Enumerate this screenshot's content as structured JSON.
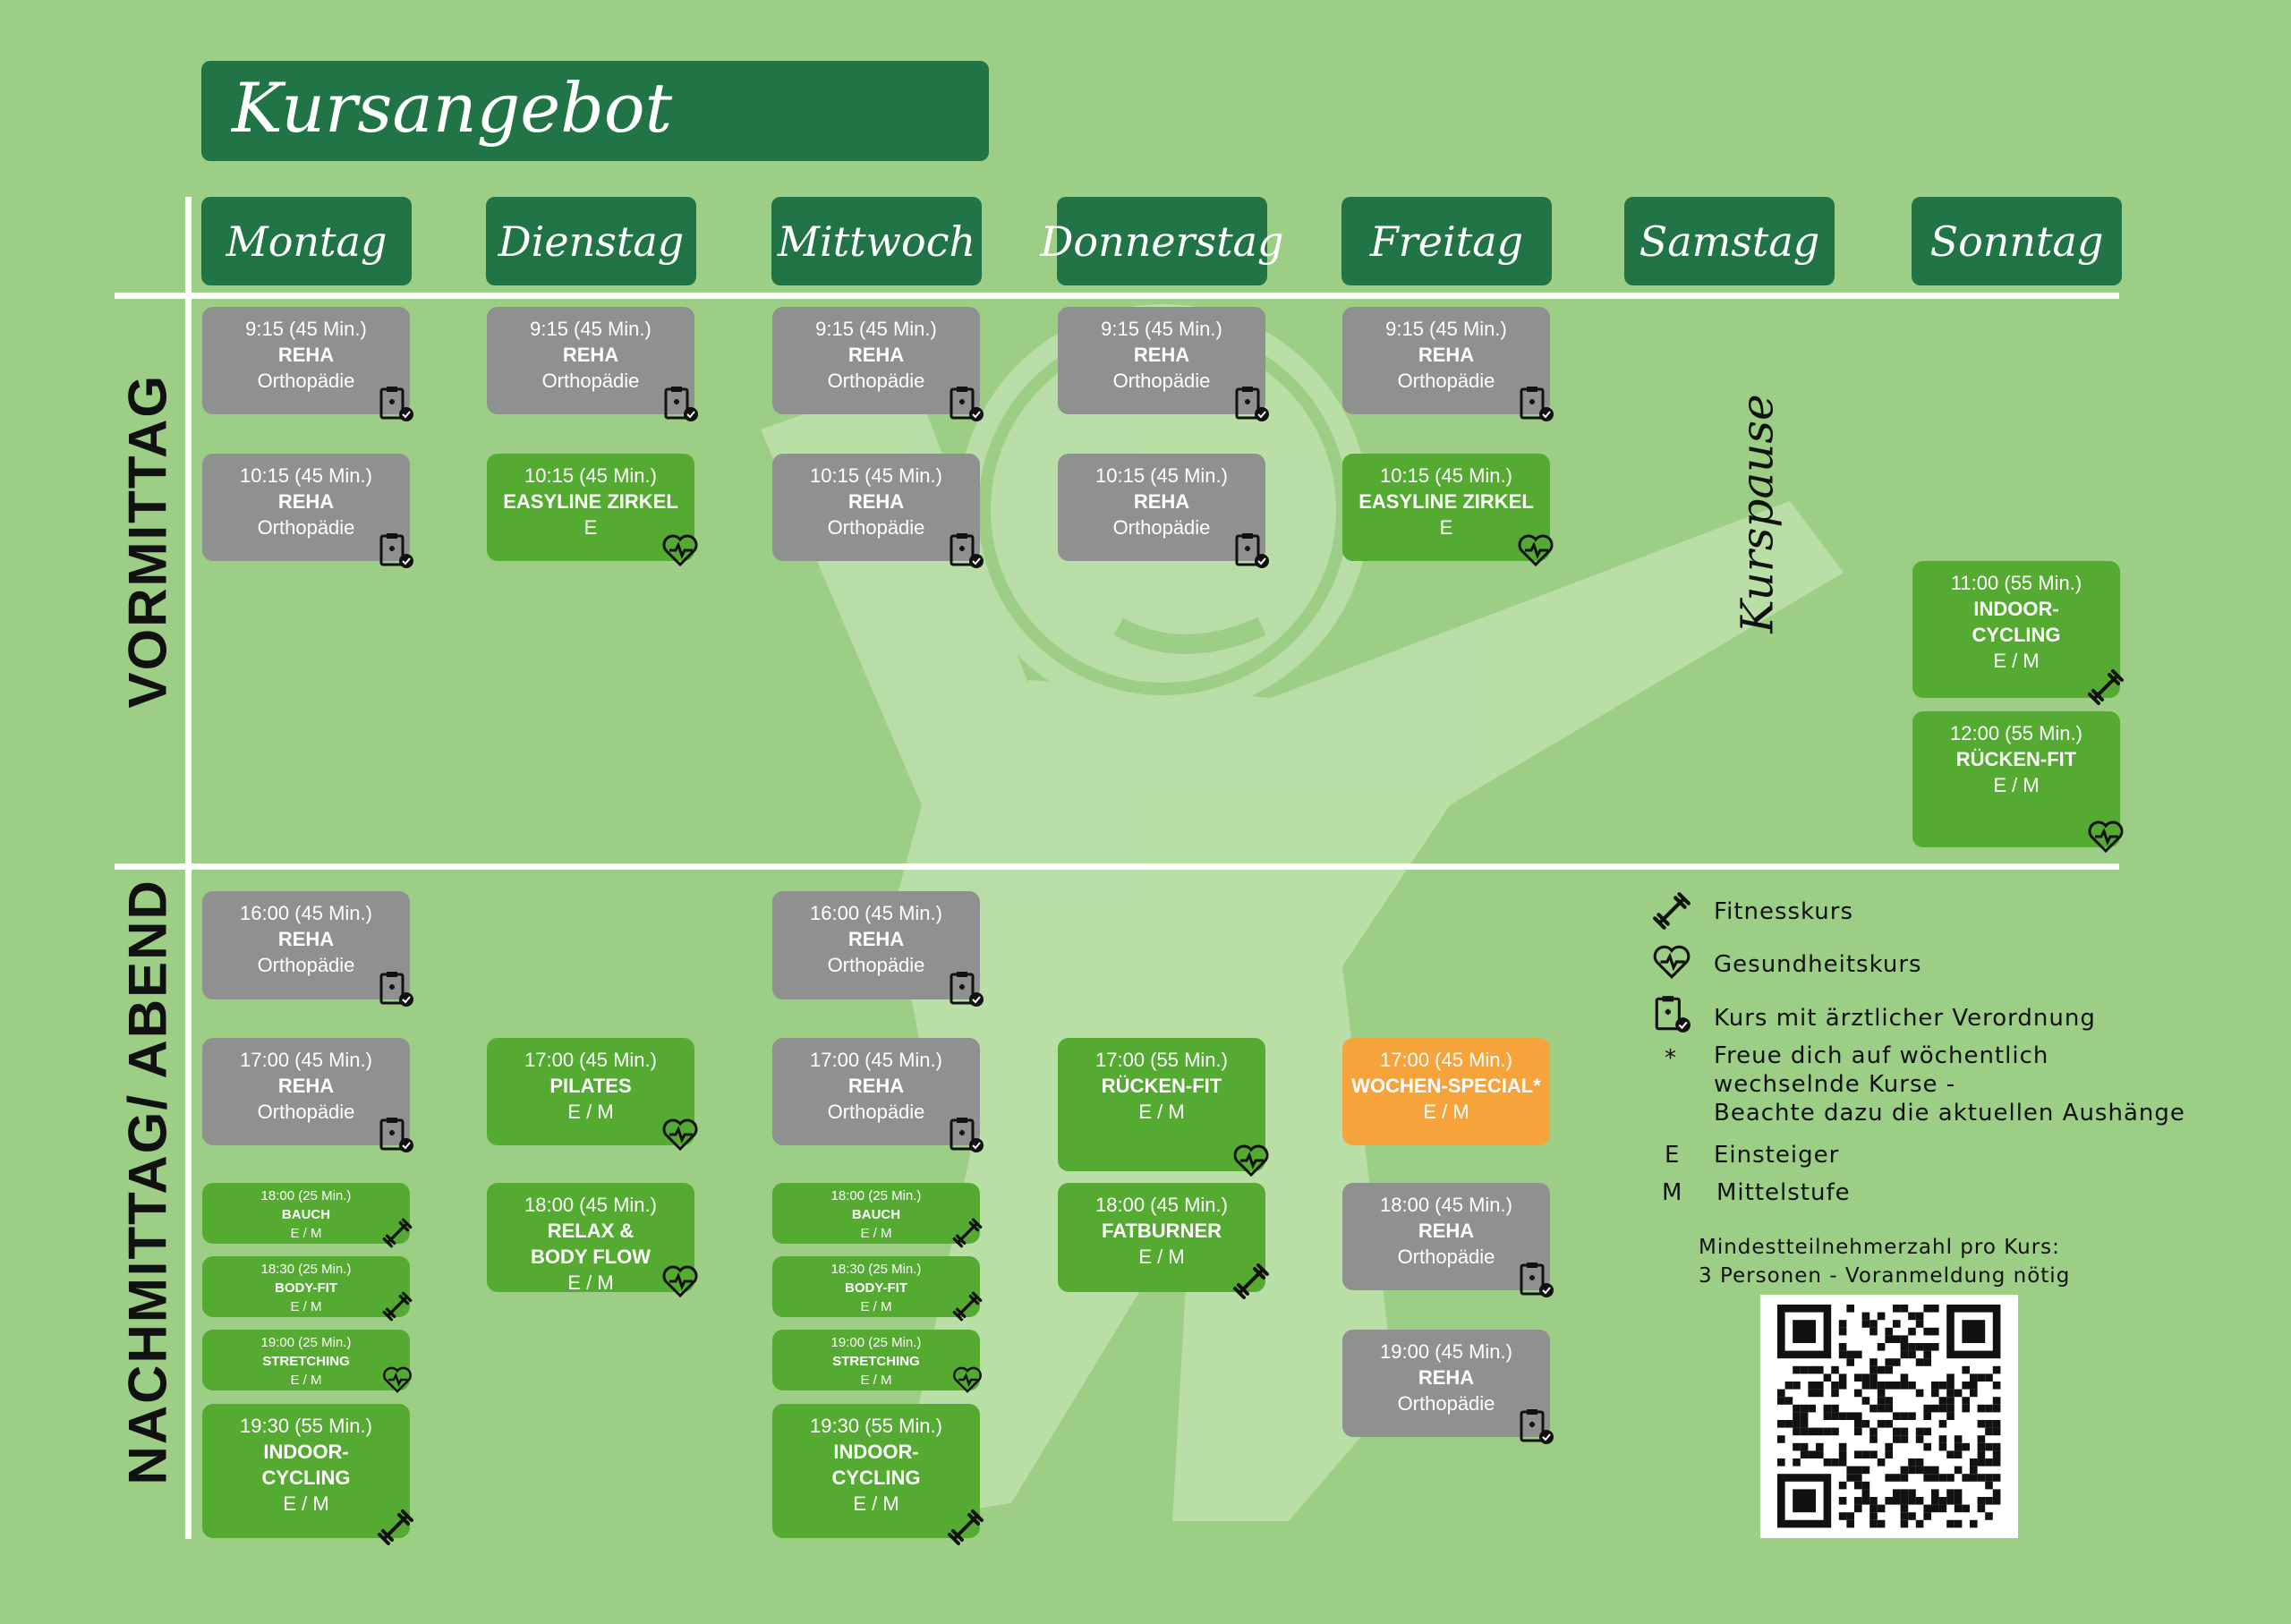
{
  "title": "Kursangebot",
  "days": [
    "Montag",
    "Dienstag",
    "Mittwoch",
    "Donnerstag",
    "Freitag",
    "Samstag",
    "Sonntag"
  ],
  "sections": {
    "morning": "VORMITTAG",
    "afternoon": "NACHMITTAG/ ABEND"
  },
  "kurspause": "Kurspause",
  "colors": {
    "background": "#9dce85",
    "header": "#217446",
    "reha_card": "#8e9190",
    "course_card": "#55ab32",
    "special_card": "#f6a33c"
  },
  "cards": [
    {
      "day": 0,
      "time": "9:15 (45 Min.)",
      "name": "REHA",
      "sub": "Orthopädie",
      "kind": "gray",
      "icon": "clipboard-icon"
    },
    {
      "day": 1,
      "time": "9:15 (45 Min.)",
      "name": "REHA",
      "sub": "Orthopädie",
      "kind": "gray",
      "icon": "clipboard-icon"
    },
    {
      "day": 2,
      "time": "9:15 (45 Min.)",
      "name": "REHA",
      "sub": "Orthopädie",
      "kind": "gray",
      "icon": "clipboard-icon"
    },
    {
      "day": 3,
      "time": "9:15 (45 Min.)",
      "name": "REHA",
      "sub": "Orthopädie",
      "kind": "gray",
      "icon": "clipboard-icon"
    },
    {
      "day": 4,
      "time": "9:15 (45 Min.)",
      "name": "REHA",
      "sub": "Orthopädie",
      "kind": "gray",
      "icon": "clipboard-icon"
    },
    {
      "day": 0,
      "time": "10:15 (45 Min.)",
      "name": "REHA",
      "sub": "Orthopädie",
      "kind": "gray",
      "icon": "clipboard-icon"
    },
    {
      "day": 1,
      "time": "10:15 (45 Min.)",
      "name": "EASYLINE ZIRKEL",
      "sub": "E",
      "kind": "green",
      "icon": "heart-icon"
    },
    {
      "day": 2,
      "time": "10:15 (45 Min.)",
      "name": "REHA",
      "sub": "Orthopädie",
      "kind": "gray",
      "icon": "clipboard-icon"
    },
    {
      "day": 3,
      "time": "10:15 (45 Min.)",
      "name": "REHA",
      "sub": "Orthopädie",
      "kind": "gray",
      "icon": "clipboard-icon"
    },
    {
      "day": 4,
      "time": "10:15 (45 Min.)",
      "name": "EASYLINE ZIRKEL",
      "sub": "E",
      "kind": "green",
      "icon": "heart-icon"
    },
    {
      "day": 6,
      "time": "11:00 (55 Min.)",
      "name": "INDOOR-\nCYCLING",
      "sub": "E / M",
      "kind": "green",
      "icon": "dumbbell-icon"
    },
    {
      "day": 6,
      "time": "12:00 (55 Min.)",
      "name": "RÜCKEN-FIT",
      "sub": "E / M",
      "kind": "green",
      "icon": "heart-icon"
    },
    {
      "day": 0,
      "time": "16:00 (45 Min.)",
      "name": "REHA",
      "sub": "Orthopädie",
      "kind": "gray",
      "icon": "clipboard-icon"
    },
    {
      "day": 2,
      "time": "16:00 (45 Min.)",
      "name": "REHA",
      "sub": "Orthopädie",
      "kind": "gray",
      "icon": "clipboard-icon"
    },
    {
      "day": 0,
      "time": "17:00 (45 Min.)",
      "name": "REHA",
      "sub": "Orthopädie",
      "kind": "gray",
      "icon": "clipboard-icon"
    },
    {
      "day": 1,
      "time": "17:00 (45 Min.)",
      "name": "PILATES",
      "sub": "E / M",
      "kind": "green",
      "icon": "heart-icon"
    },
    {
      "day": 2,
      "time": "17:00 (45 Min.)",
      "name": "REHA",
      "sub": "Orthopädie",
      "kind": "gray",
      "icon": "clipboard-icon"
    },
    {
      "day": 3,
      "time": "17:00 (55 Min.)",
      "name": "RÜCKEN-FIT",
      "sub": "E / M",
      "kind": "green",
      "icon": "heart-icon"
    },
    {
      "day": 4,
      "time": "17:00 (45 Min.)",
      "name": "WOCHEN-SPECIAL*",
      "sub": "E / M",
      "kind": "orange",
      "icon": ""
    },
    {
      "day": 0,
      "time": "18:00 (25 Min.)",
      "name": "BAUCH",
      "sub": "E / M",
      "kind": "green",
      "icon": "dumbbell-icon",
      "small": true
    },
    {
      "day": 1,
      "time": "18:00 (45 Min.)",
      "name": "RELAX &\nBODY FLOW",
      "sub": "E / M",
      "kind": "green",
      "icon": "heart-icon"
    },
    {
      "day": 2,
      "time": "18:00 (25 Min.)",
      "name": "BAUCH",
      "sub": "E / M",
      "kind": "green",
      "icon": "dumbbell-icon",
      "small": true
    },
    {
      "day": 3,
      "time": "18:00 (45 Min.)",
      "name": "FATBURNER",
      "sub": "E / M",
      "kind": "green",
      "icon": "dumbbell-icon"
    },
    {
      "day": 4,
      "time": "18:00 (45 Min.)",
      "name": "REHA",
      "sub": "Orthopädie",
      "kind": "gray",
      "icon": "clipboard-icon"
    },
    {
      "day": 0,
      "time": "18:30 (25 Min.)",
      "name": "BODY-FIT",
      "sub": "E / M",
      "kind": "green",
      "icon": "dumbbell-icon",
      "small": true
    },
    {
      "day": 2,
      "time": "18:30 (25 Min.)",
      "name": "BODY-FIT",
      "sub": "E / M",
      "kind": "green",
      "icon": "dumbbell-icon",
      "small": true
    },
    {
      "day": 0,
      "time": "19:00 (25 Min.)",
      "name": "STRETCHING",
      "sub": "E / M",
      "kind": "green",
      "icon": "heart-icon",
      "small": true
    },
    {
      "day": 2,
      "time": "19:00 (25 Min.)",
      "name": "STRETCHING",
      "sub": "E / M",
      "kind": "green",
      "icon": "heart-icon",
      "small": true
    },
    {
      "day": 4,
      "time": "19:00 (45 Min.)",
      "name": "REHA",
      "sub": "Orthopädie",
      "kind": "gray",
      "icon": "clipboard-icon"
    },
    {
      "day": 0,
      "time": "19:30 (55 Min.)",
      "name": "INDOOR-\nCYCLING",
      "sub": "E / M",
      "kind": "green",
      "icon": "dumbbell-icon"
    },
    {
      "day": 2,
      "time": "19:30 (55 Min.)",
      "name": "INDOOR-\nCYCLING",
      "sub": "E / M",
      "kind": "green",
      "icon": "dumbbell-icon"
    }
  ],
  "legend": {
    "fitness": "Fitnesskurs",
    "health": "Gesundheitskurs",
    "prescription": "Kurs mit ärztlicher Verordnung",
    "star_key": "*",
    "star_text": "Freue dich auf wöchentlich\nwechselnde Kurse -\nBeachte dazu die aktuellen Aushänge",
    "e_key": "E",
    "e_text": "Einsteiger",
    "m_key": "M",
    "m_text": "Mittelstufe"
  },
  "note": "Mindestteilnehmerzahl pro Kurs:\n3 Personen - Voranmeldung nötig"
}
